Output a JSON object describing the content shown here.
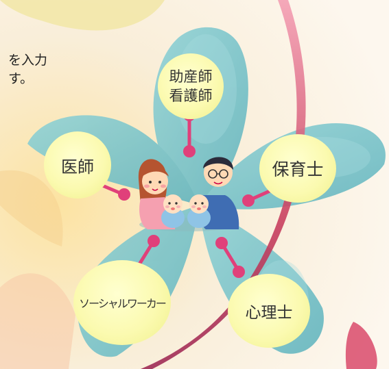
{
  "background_text": {
    "line1": "を入力",
    "line2": "す。"
  },
  "center_label": "family-illustration",
  "roles": [
    {
      "id": "midwife-nurse",
      "label": "助産師\n看護師"
    },
    {
      "id": "doctor",
      "label": "医師"
    },
    {
      "id": "childcare-worker",
      "label": "保育士"
    },
    {
      "id": "social-worker",
      "label": "ソーシャルワーカー"
    },
    {
      "id": "psychologist",
      "label": "心理士"
    }
  ],
  "colors": {
    "petal": "#7cc6cd",
    "node_circle": "#fbfab0",
    "connector": "#e0407a",
    "accent_arc": "#d9506e"
  }
}
